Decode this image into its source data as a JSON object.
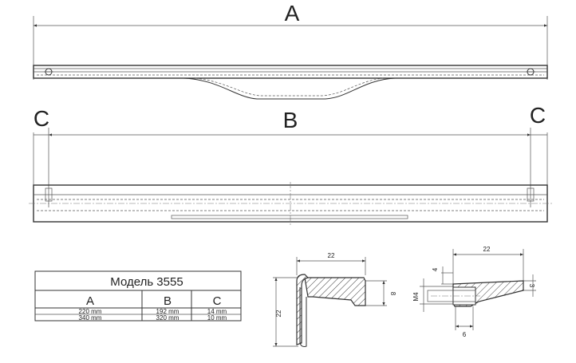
{
  "view_top": {
    "dim_label": "A"
  },
  "view_front": {
    "dim_label_left": "C",
    "dim_label_mid": "B",
    "dim_label_right": "C"
  },
  "table": {
    "title": "Модель 3555",
    "headers": [
      "A",
      "B",
      "C"
    ],
    "rows": [
      [
        "220 mm",
        "192 mm",
        "14 mm"
      ],
      [
        "340 mm",
        "320 mm",
        "10 mm"
      ]
    ]
  },
  "section_l": {
    "width_dim": "22",
    "height_dim": "22",
    "lip_dim": "8"
  },
  "section_thread": {
    "width_dim": "22",
    "thread_dim": "M4",
    "top_dim": "4",
    "right_dim": "3",
    "bottom_dim": "6"
  }
}
